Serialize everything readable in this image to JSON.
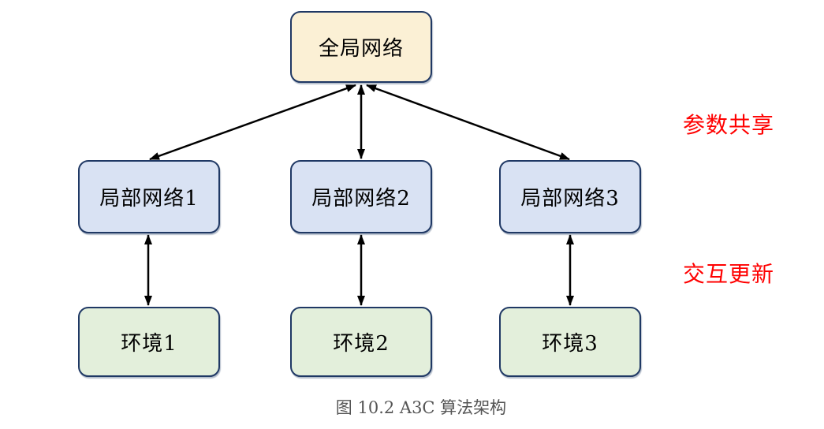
{
  "figure": {
    "caption": "图 10.2 A3C 算法架构"
  },
  "nodes": {
    "global": {
      "label": "全局网络"
    },
    "local1": {
      "label": "局部网络1"
    },
    "local2": {
      "label": "局部网络2"
    },
    "local3": {
      "label": "局部网络3"
    },
    "env1": {
      "label": "环境1"
    },
    "env2": {
      "label": "环境2"
    },
    "env3": {
      "label": "环境3"
    }
  },
  "annotations": {
    "parameter_sharing": "参数共享",
    "interactive_update": "交互更新"
  },
  "edges": [
    {
      "from": "global",
      "to": "local1",
      "style": "double-arrow"
    },
    {
      "from": "global",
      "to": "local2",
      "style": "double-arrow"
    },
    {
      "from": "global",
      "to": "local3",
      "style": "double-arrow"
    },
    {
      "from": "local1",
      "to": "env1",
      "style": "double-arrow"
    },
    {
      "from": "local2",
      "to": "env2",
      "style": "double-arrow"
    },
    {
      "from": "local3",
      "to": "env3",
      "style": "double-arrow"
    }
  ],
  "colors": {
    "global_fill": "#FBF0D5",
    "local_fill": "#D9E2F3",
    "env_fill": "#E3EFDB",
    "node_border": "#1F3864",
    "annotation_red": "#FF0000",
    "caption_gray": "#555555",
    "arrow_black": "#000000"
  }
}
